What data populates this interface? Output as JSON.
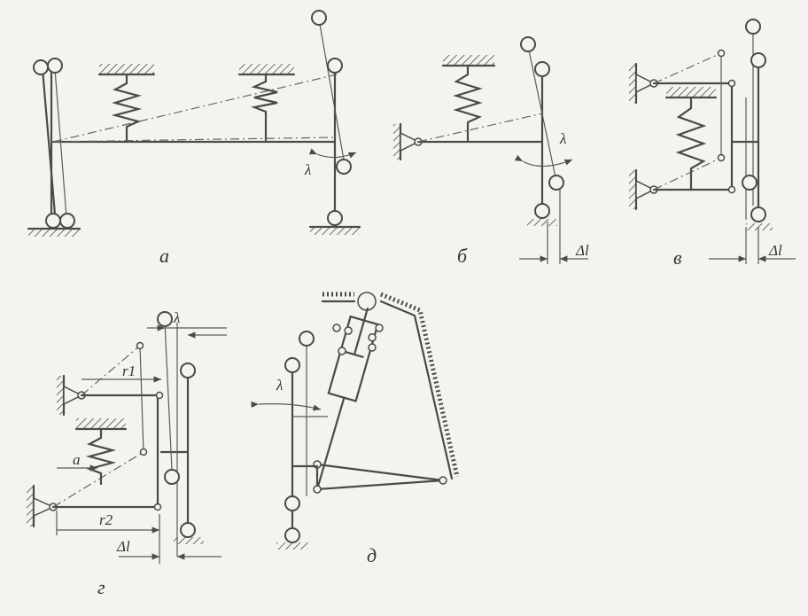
{
  "captions": {
    "a": "а",
    "b": "б",
    "v": "в",
    "g": "г",
    "d": "д"
  },
  "symbols": {
    "lambda": "λ",
    "delta_l": "Δl",
    "r1": "r1",
    "r2": "r2",
    "a": "a"
  },
  "colors": {
    "ink": "#4a4a4a",
    "paper": "#f4f3ef"
  }
}
